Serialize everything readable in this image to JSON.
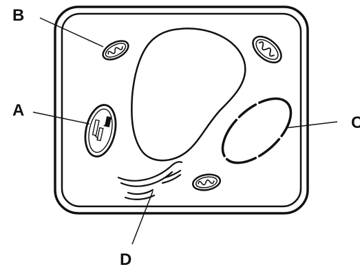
{
  "diagram": {
    "labels": {
      "a": "A",
      "b": "B",
      "c": "C",
      "d": "D"
    },
    "colors": {
      "ink": "#111111",
      "background": "#ffffff"
    },
    "parts": [
      "cell-wall",
      "cell-membrane",
      "vacuole",
      "chloroplast",
      "mitochondria",
      "nucleus",
      "endoplasmic-reticulum"
    ]
  }
}
